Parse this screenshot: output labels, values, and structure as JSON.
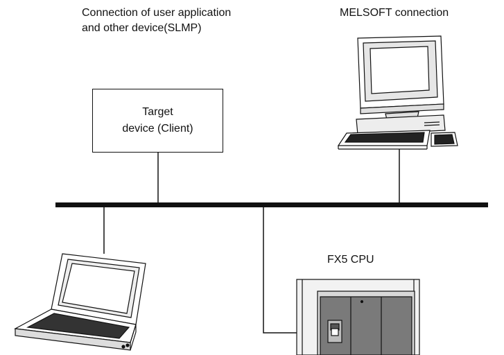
{
  "diagram": {
    "connection_label_line1": "Connection of user application",
    "connection_label_line2": "and other device(SLMP)",
    "melsoft_label": "MELSOFT connection",
    "target_device_line1": "Target",
    "target_device_line2": "device (Client)",
    "fx5_label": "FX5 CPU"
  },
  "colors": {
    "line": "#111111",
    "monitor_fill": "#ffffff",
    "plc_fill": "#777777",
    "plc_panel": "#cfcfcf"
  },
  "icons": [
    "desktop-computer-icon",
    "laptop-computer-icon",
    "plc-unit-icon"
  ]
}
